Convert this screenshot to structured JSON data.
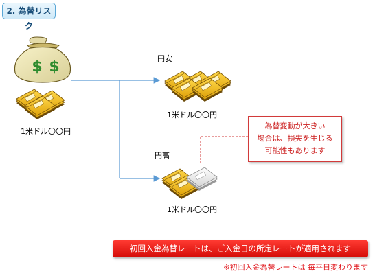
{
  "title": "2. 為替リスク",
  "source": {
    "rate_label": "1米ドル〇〇円"
  },
  "branches": [
    {
      "name": "円安",
      "rate_label": "1米ドル〇〇円"
    },
    {
      "name": "円高",
      "rate_label": "1米ドル〇〇円"
    }
  ],
  "callout": {
    "lines": [
      "為替変動が大きい",
      "場合は、損失を生じる",
      "可能性もあります"
    ]
  },
  "banner": "初回入金為替レートは、ご入金日の所定レートが適用されます",
  "note": "※初回入金為替レートは 毎平日変わります",
  "colors": {
    "accent": "#5aa7d6",
    "banner": "#e41e17",
    "note": "#e0141a",
    "callout_border": "#d23a3a",
    "arrow": "#5a9ad4",
    "bill_gold": "#e8b315"
  }
}
